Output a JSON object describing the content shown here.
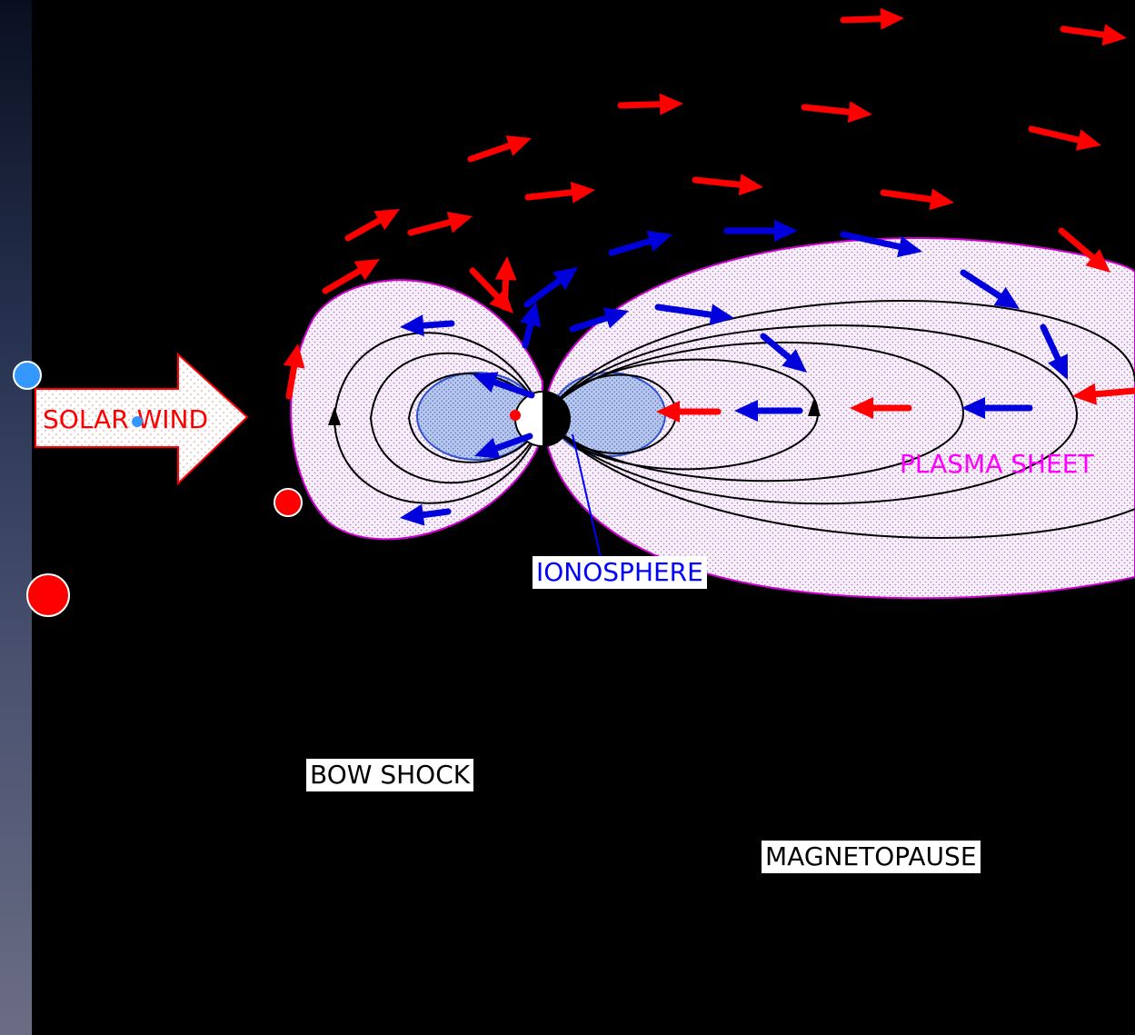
{
  "labels": {
    "solar_wind": "SOLAR WIND",
    "plasma_sheet": "PLASMA SHEET",
    "ionosphere": "IONOSPHERE",
    "bow_shock": "BOW SHOCK",
    "magnetopause": "MAGNETOPAUSE"
  },
  "colors": {
    "background": "#000000",
    "solar_wind_flow": "#ff0000",
    "magnetospheric_flow": "#0000dd",
    "plasma_region_fill": "#f4eef8",
    "plasma_region_outline": "#cc00cc",
    "plasma_sheet_text": "#ff00ff",
    "ionosphere_fill": "#b8c8ec",
    "ionosphere_text": "#0000ff",
    "field_lines": "#000000"
  },
  "markers": [
    {
      "name": "blue-marker-small",
      "color": "#3399ff"
    },
    {
      "name": "red-marker-small",
      "color": "#ff0000"
    },
    {
      "name": "red-marker-large",
      "color": "#ff0000"
    }
  ]
}
